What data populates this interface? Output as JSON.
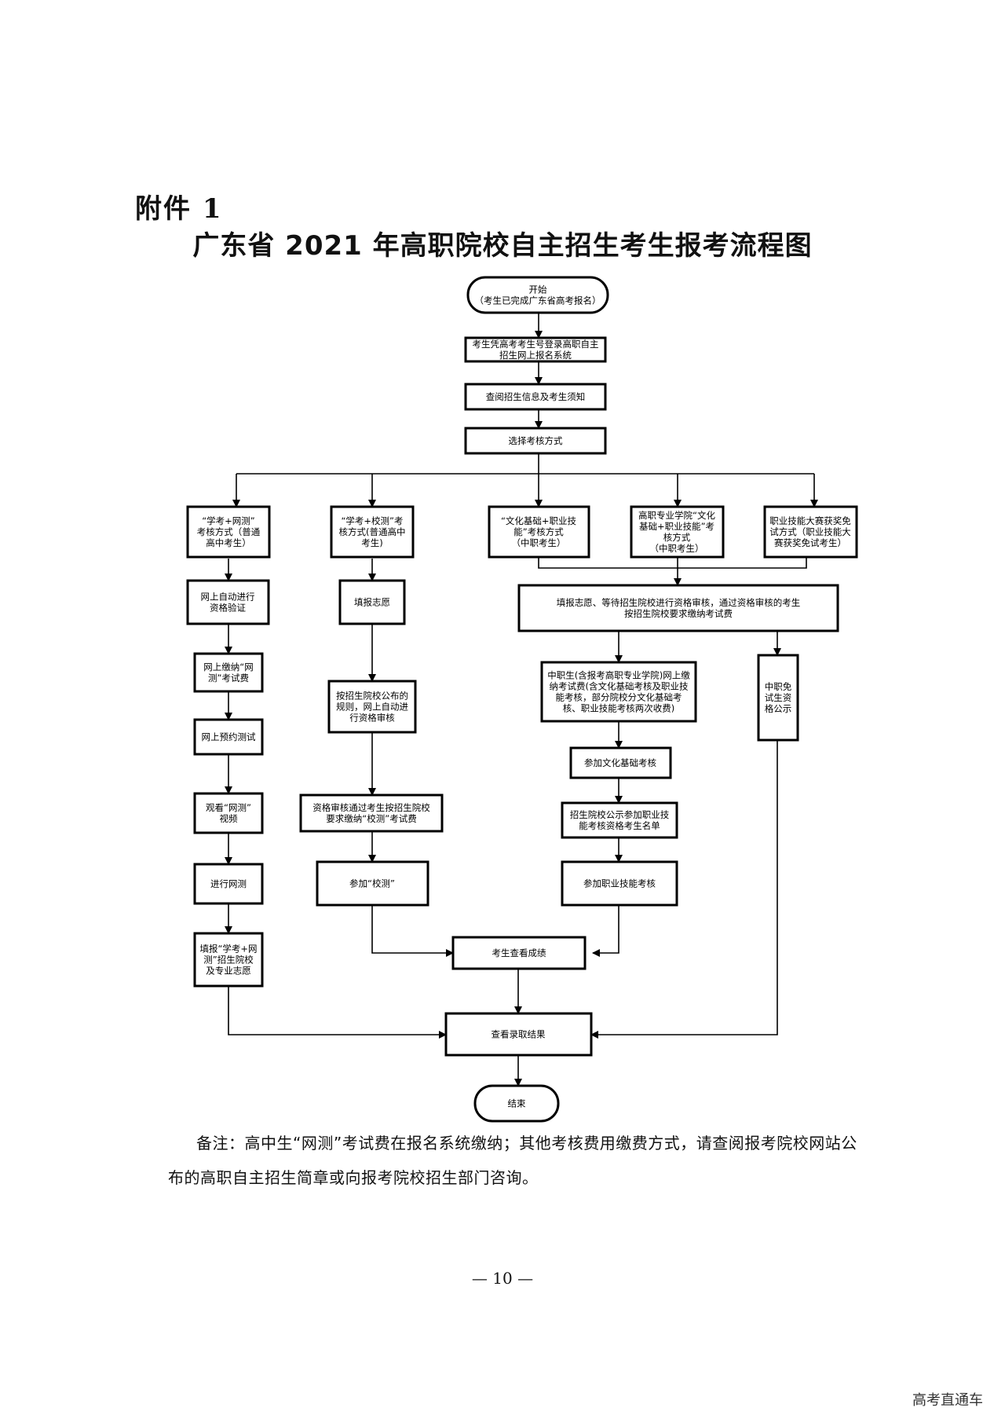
{
  "header": {
    "attachment_label": "附件 1",
    "title": "广东省 2021 年高职院校自主招生考生报考流程图"
  },
  "flowchart": {
    "start": [
      "开始",
      "（考生已完成广东省高考报名）"
    ],
    "step_login": [
      "考生凭高考考生号登录高职自主",
      "招生网上报名系统"
    ],
    "step_read": [
      "查阅招生信息及考生须知"
    ],
    "step_choose": [
      "选择考核方式"
    ],
    "mode_1": [
      "“学考+网测”",
      "考核方式（普通",
      "高中考生）"
    ],
    "mode_2": [
      "“学考+校测”考",
      "核方式(普通高中",
      "考生)"
    ],
    "mode_3": [
      "“文化基础+职业技",
      "能”考核方式",
      "（中职考生）"
    ],
    "mode_4": [
      "高职专业学院“文化",
      "基础+职业技能”考",
      "核方式",
      "（中职考生）"
    ],
    "mode_5": [
      "职业技能大赛获奖免",
      "试方式（职业技能大",
      "赛获奖免试考生）"
    ],
    "c1_verify": [
      "网上自动进行",
      "资格验证"
    ],
    "c1_pay": [
      "网上缴纳“网",
      "测”考试费"
    ],
    "c1_book": [
      "网上预约测试"
    ],
    "c1_watch": [
      "观看“网测”",
      "视频"
    ],
    "c1_test": [
      "进行网测"
    ],
    "c1_apply": [
      "填报“学考+网",
      "测”招生院校",
      "及专业志愿"
    ],
    "c2_fill": [
      "填报志愿"
    ],
    "c2_review": [
      "按招生院校公布的",
      "规则，网上自动进",
      "行资格审核"
    ],
    "c2_pay": [
      "资格审核通过考生按招生院校",
      "要求缴纳“校测”考试费"
    ],
    "c2_test": [
      "参加“校测”"
    ],
    "c3_fill": [
      "填报志愿、等待招生院校进行资格审核，通过资格审核的考生",
      "按招生院校要求缴纳考试费"
    ],
    "c3_pay": [
      "中职生(含报考高职专业学院)网上缴",
      "纳考试费(含文化基础考核及职业技",
      "能考核，部分院校分文化基础考",
      "核、职业技能考核两次收费)"
    ],
    "c3_culture": [
      "参加文化基础考核"
    ],
    "c3_list": [
      "招生院校公示参加职业技",
      "能考核资格考生名单"
    ],
    "c3_skill": [
      "参加职业技能考核"
    ],
    "c5_public": [
      "中职免",
      "试生资",
      "格公示"
    ],
    "score": [
      "考生查看成绩"
    ],
    "result": [
      "查看录取结果"
    ],
    "end": [
      "结束"
    ]
  },
  "footnote": {
    "text": "备注：高中生“网测”考试费在报名系统缴纳；其他考核费用缴费方式，请查阅报考院校网站公布的高职自主招生简章或向报考院校招生部门咨询。"
  },
  "page_number": "— 10 —",
  "watermark": "高考直通车"
}
